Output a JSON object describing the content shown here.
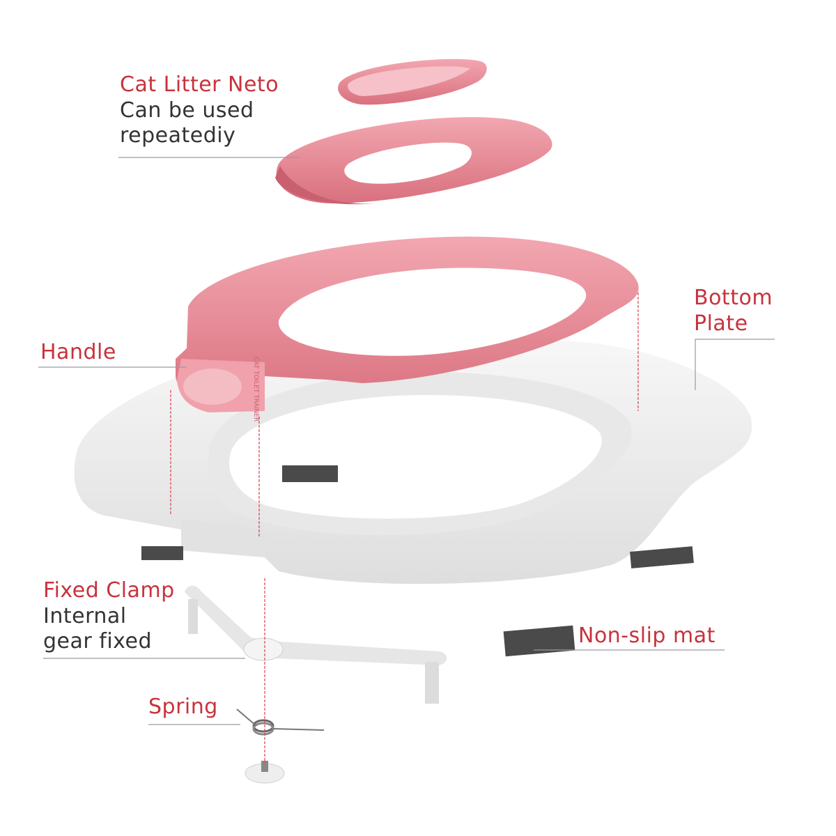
{
  "colors": {
    "accent_red": "#c8323c",
    "text_dark": "#333333",
    "pink_part": "#e98b96",
    "white_part": "#eeeeee",
    "mat": "#4a4a4a",
    "leader": "#9a9a9a"
  },
  "callouts": {
    "cat_litter": {
      "title": "Cat Litter Neto",
      "line1": "Can be used",
      "line2": "repeatediy"
    },
    "bottom_plate": {
      "line1": "Bottom",
      "line2": "Plate"
    },
    "handle": {
      "title": "Handle"
    },
    "fixed_clamp": {
      "title": "Fixed Clamp",
      "line1": "Internal",
      "line2": "gear fixed"
    },
    "non_slip": {
      "title": "Non-slip mat"
    },
    "spring": {
      "title": "Spring"
    }
  },
  "handle_emboss": "CAT TOILET TRAINER"
}
